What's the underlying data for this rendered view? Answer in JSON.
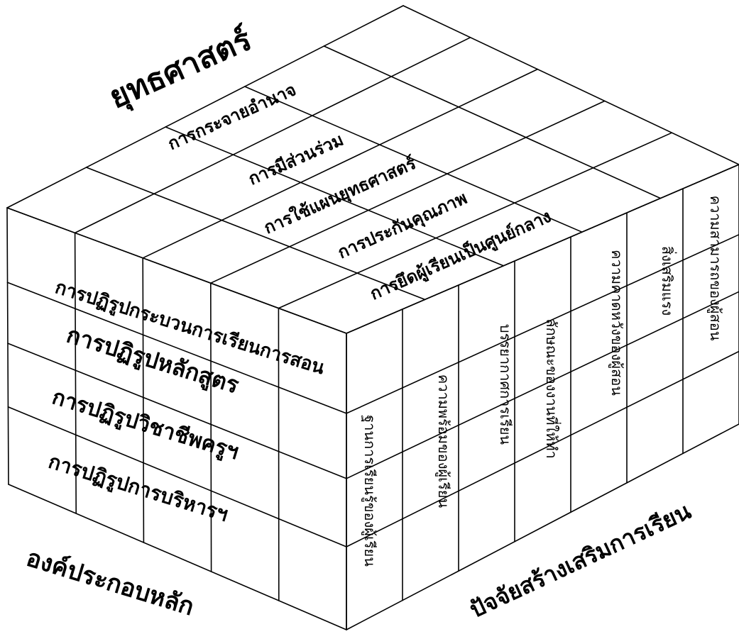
{
  "top_face": {
    "heading": "ยุทธศาสตร์",
    "strategies": [
      "การกระจายอำนาจ",
      "การมีส่วนร่วม",
      "การใช้แผนยุทธศาสตร์",
      "การประกันคุณภาพ",
      "การยึดผู้เรียนเป็นศูนย์กลาง"
    ]
  },
  "left_face": {
    "heading": "องค์ประกอบหลัก",
    "components": [
      "การปฏิรูปกระบวนการเรียนการสอน",
      "การปฏิรูปหลักสูตร",
      "การปฏิรูปวิชาชีพครูฯ",
      "การปฏิรูปการบริหารฯ"
    ]
  },
  "right_face": {
    "heading": "ปัจจัยสร้างเสริมการเรียน",
    "factors": [
      "ฐานการเรียนรู้ของผู้เรียน",
      "ความพร้อมของผู้เรียน",
      "บรรยากาศการเรียน",
      "ลักษณะของงานที่ให้ทำ",
      "ความคาดหวังของผู้สอน",
      "สิ่งเสริมแรง",
      "ความสามารถของผู้สอน"
    ]
  }
}
